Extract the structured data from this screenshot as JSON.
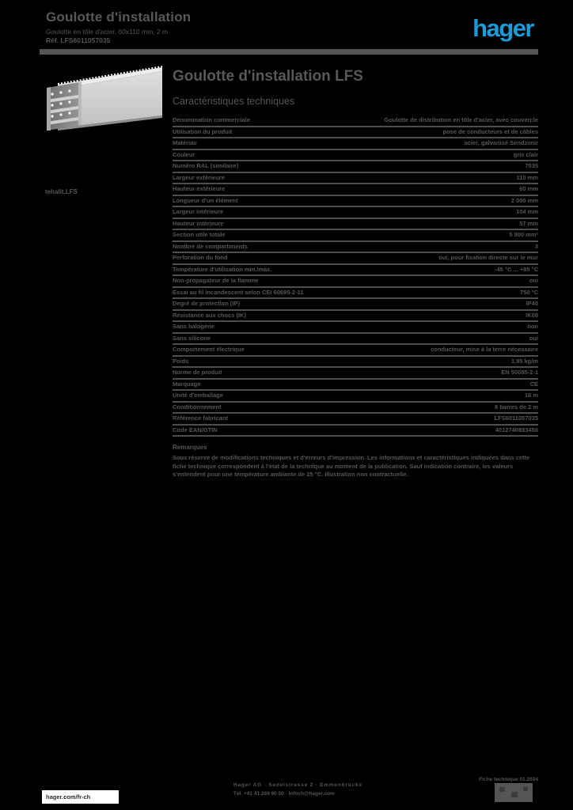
{
  "colors": {
    "page_background": "#000000",
    "logo_blue": "#1b9bd7",
    "text_gray": "#565656"
  },
  "header": {
    "title": "Goulotte d'installation",
    "subtitle": "Goulotte en tôle d'acier, 60x110 mm, 2 m",
    "reference": "Réf. LFS6011057035",
    "logo": "hager"
  },
  "product": {
    "caption": "tehalit.LFS"
  },
  "main": {
    "title": "Goulotte d'installation LFS",
    "subtitle": "Caractéristiques techniques"
  },
  "specs": {
    "rows": [
      {
        "label": "Dénomination commerciale",
        "value": "Goulotte de distribution en tôle d'acier, avec couvercle"
      },
      {
        "label": "Utilisation du produit",
        "value": "pose de conducteurs et de câbles"
      },
      {
        "label": "Matériau",
        "value": "acier, galvanisé Sendzimir"
      },
      {
        "label": "Couleur",
        "value": "gris clair"
      },
      {
        "label": "Numéro RAL (similaire)",
        "value": "7035"
      },
      {
        "label": "Largeur extérieure",
        "value": "110 mm"
      },
      {
        "label": "Hauteur extérieure",
        "value": "60 mm"
      },
      {
        "label": "Longueur d'un élément",
        "value": "2 000 mm"
      },
      {
        "label": "Largeur intérieure",
        "value": "104 mm"
      },
      {
        "label": "Hauteur intérieure",
        "value": "57 mm"
      },
      {
        "label": "Section utile totale",
        "value": "5 900 mm²"
      },
      {
        "label": "Nombre de compartiments",
        "value": "3"
      },
      {
        "label": "Perforation du fond",
        "value": "oui, pour fixation directe sur le mur"
      },
      {
        "label": "Température d'utilisation min./max.",
        "value": "-45 °C ... +85 °C"
      },
      {
        "label": "Non-propagateur de la flamme",
        "value": "oui"
      },
      {
        "label": "Essai au fil incandescent selon CEI 60695-2-11",
        "value": "750 °C"
      },
      {
        "label": "Degré de protection (IP)",
        "value": "IP40"
      },
      {
        "label": "Résistance aux chocs (IK)",
        "value": "IK08"
      },
      {
        "label": "Sans halogène",
        "value": "non"
      },
      {
        "label": "Sans silicone",
        "value": "oui"
      },
      {
        "label": "Comportement électrique",
        "value": "conducteur, mise à la terre nécessaire"
      },
      {
        "label": "Poids",
        "value": "1,95 kg/m"
      },
      {
        "label": "Norme de produit",
        "value": "EN 50085-2-1"
      },
      {
        "label": "Marquage",
        "value": "CE"
      },
      {
        "label": "Unité d'emballage",
        "value": "16 m"
      },
      {
        "label": "Conditionnement",
        "value": "8 barres de 2 m"
      },
      {
        "label": "Référence fabricant",
        "value": "LFS6011057035"
      },
      {
        "label": "Code EAN/GTIN",
        "value": "4012740893456"
      }
    ]
  },
  "remarks": {
    "heading": "Remarques",
    "text": "Sous réserve de modifications techniques et d'erreurs d'impression. Les informations et caractéristiques indiquées dans cette fiche technique correspondent à l'état de la technique au moment de la publication. Sauf indication contraire, les valeurs s'entendent pour une température ambiante de 25 °C. Illustration non contractuelle."
  },
  "footer": {
    "website": "hager.com/fr-ch",
    "address_line1": "Hager AG · Sedelstrasse 2 · Emmenbrücke",
    "address_line2": "Tél. +41 41 269 90 00 · infoch@hager.com",
    "meta": "Fiche technique 01.2024"
  }
}
